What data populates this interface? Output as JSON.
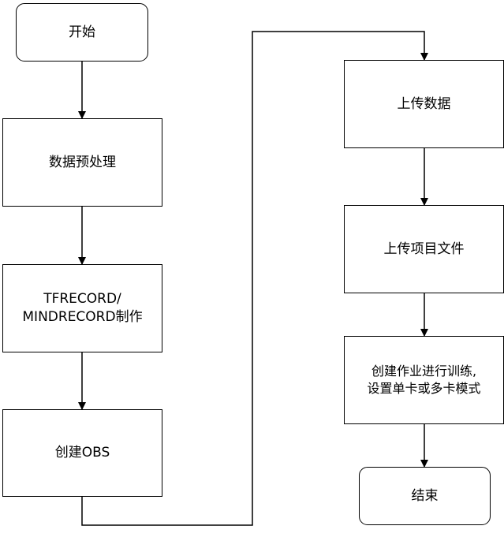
{
  "flowchart": {
    "nodes": {
      "start": {
        "label": "开始",
        "shape": "terminal"
      },
      "preprocess": {
        "label": "数据预处理",
        "shape": "process"
      },
      "convert": {
        "label": "TFRECORD/\nMINDRECORD制作",
        "shape": "process"
      },
      "create_obs": {
        "label": "创建OBS",
        "shape": "process"
      },
      "upload_data": {
        "label": "上传数据",
        "shape": "process"
      },
      "upload_project": {
        "label": "上传项目文件",
        "shape": "process"
      },
      "train_job": {
        "label": "创建作业进行训练,\n设置单卡或多卡模式",
        "shape": "process"
      },
      "end": {
        "label": "结束",
        "shape": "terminal"
      }
    },
    "edges": [
      {
        "from": "start",
        "to": "preprocess"
      },
      {
        "from": "preprocess",
        "to": "convert"
      },
      {
        "from": "convert",
        "to": "create_obs"
      },
      {
        "from": "create_obs",
        "to": "upload_data"
      },
      {
        "from": "upload_data",
        "to": "upload_project"
      },
      {
        "from": "upload_project",
        "to": "train_job"
      },
      {
        "from": "train_job",
        "to": "end"
      }
    ],
    "colors": {
      "stroke": "#000000",
      "fill": "#ffffff",
      "text": "#000000"
    }
  }
}
